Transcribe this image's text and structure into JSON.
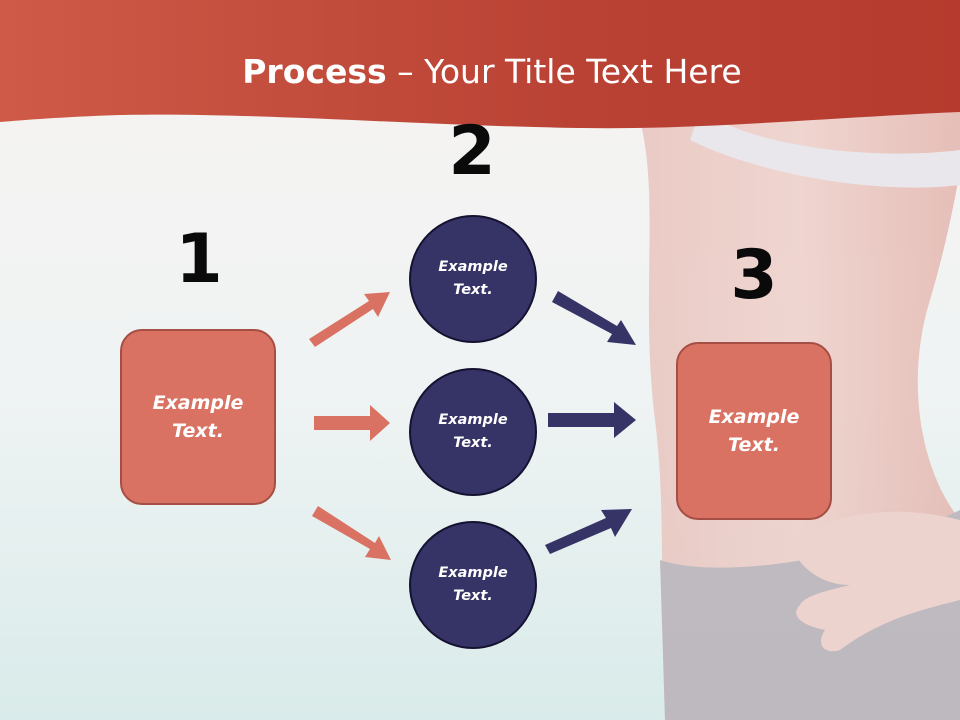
{
  "slide": {
    "title_bold": "Process",
    "title_rest": " – Your Title Text Here"
  },
  "steps": [
    {
      "number": "1",
      "label": "Example\nText."
    },
    {
      "number": "2",
      "label": "Example\nText."
    },
    {
      "number": "3",
      "label": "Example\nText."
    }
  ],
  "circles": [
    {
      "label": "Example\nText."
    },
    {
      "label": "Example\nText."
    },
    {
      "label": "Example\nText."
    }
  ],
  "colors": {
    "header": "#c0483a",
    "box": "#d97262",
    "circle": "#363366",
    "arrow_left": "#d97262",
    "arrow_right": "#363366"
  }
}
